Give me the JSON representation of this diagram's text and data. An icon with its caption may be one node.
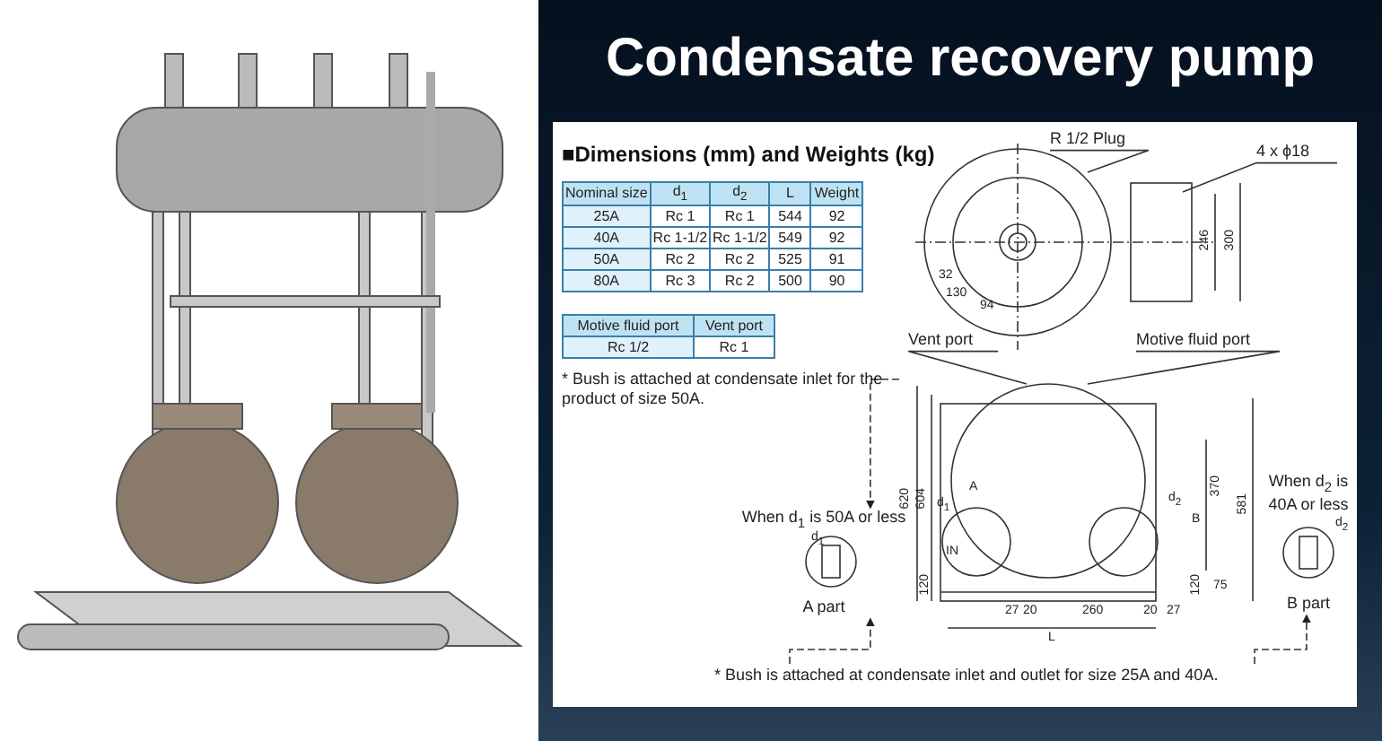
{
  "diagram": {
    "title": "Condensate recovery pump",
    "nodes": [
      {
        "text": [
          "* Bush is attached at condensate inlet for the product of size 50A."
        ]
      },
      {
        "text": [
          "When d$_{1}$ is 50A or less",
          "A part"
        ]
      },
      {
        "text": [
          "* Bush is attached at condensate inlet and outlet for size 25A and 40A."
        ]
      },
      {
        "text": [
          "When d$_{2}$ is 40A or less",
          "B part"
        ]
      },
      {
        "text": [
          "R 1/2 Plug"
        ]
      },
      {
        "text": [
          "4 x ϕ18"
        ]
      },
      {
        "text": [
          "Vent port"
        ]
      },
      {
        "text": [
          "Motive fluid port"
        ]
      }
    ],
    "edges": [
      {
        "from": 0,
        "to": 1,
        "arrow": "to",
        "style": "dashed"
      },
      {
        "from": 2,
        "to": 1,
        "arrow": "to",
        "style": "dashed"
      },
      {
        "from": 2,
        "to": 3,
        "arrow": "to",
        "style": "dashed"
      },
      {
        "from": 4,
        "to": null,
        "arrow": "none"
      },
      {
        "from": 5,
        "to": null,
        "arrow": "none"
      },
      {
        "from": 6,
        "to": null,
        "arrow": "none"
      },
      {
        "from": 7,
        "to": null,
        "arrow": "none"
      }
    ],
    "labels": [
      "■Dimensions (mm) and Weights (kg)",
      "Nominal size",
      "d$_{1}$",
      "d$_{2}$",
      "L",
      "Weight",
      "25A",
      "Rc 1",
      "Rc 1",
      "544",
      "92",
      "40A",
      "Rc 1-1/2",
      "Rc 1-1/2",
      "549",
      "92",
      "50A",
      "Rc 2",
      "Rc 2",
      "525",
      "91",
      "80A",
      "Rc 3",
      "Rc 2",
      "500",
      "90",
      "Motive fluid port",
      "Vent port",
      "Rc 1/2",
      "Rc 1",
      "246",
      "300",
      "32",
      "130",
      "94",
      "620",
      "604",
      "A",
      "d$_{1}$",
      "IN",
      "120",
      "27",
      "20",
      "260",
      "20",
      "27",
      "120",
      "75",
      "370",
      "581",
      "d$_{2}$",
      "B",
      "L",
      "d$_{1}$",
      "d$_{2}$"
    ]
  }
}
